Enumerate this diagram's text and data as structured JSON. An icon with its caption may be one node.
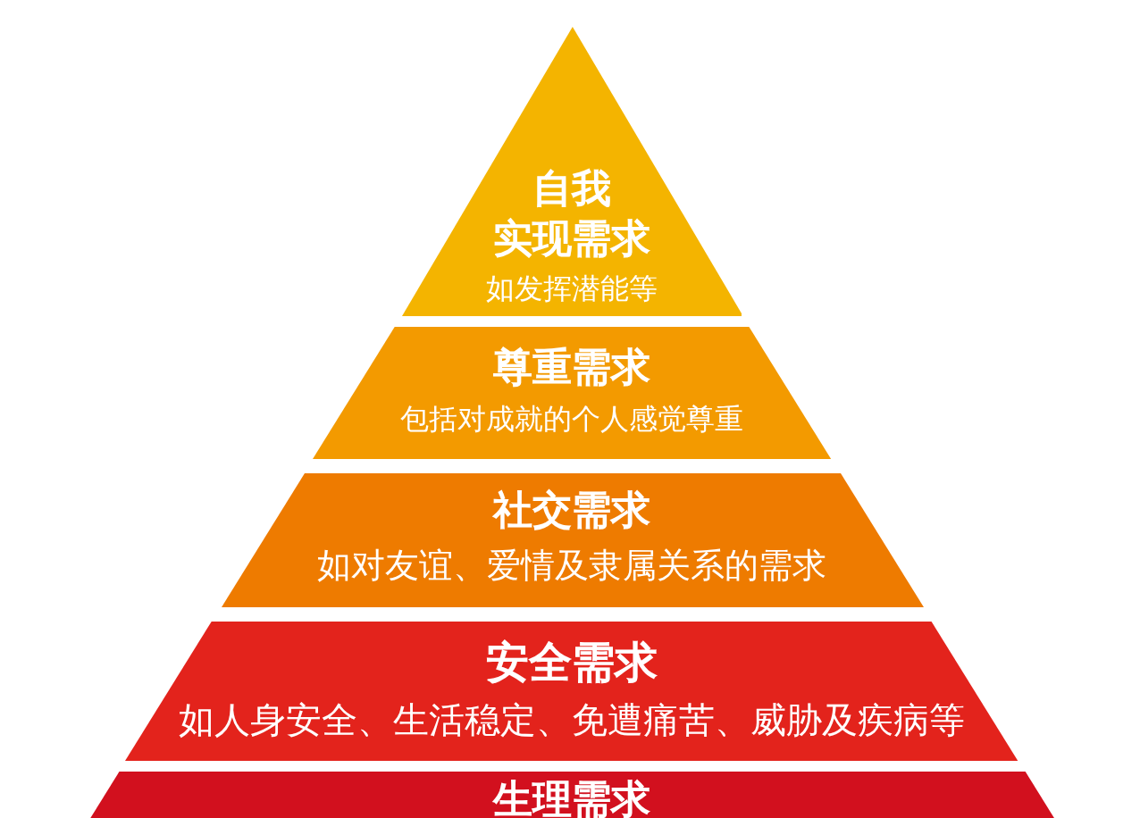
{
  "diagram": {
    "nodes": [
      {
        "text": [
          "自我实现需求",
          "如发挥潜能等"
        ]
      },
      {
        "text": [
          "尊重需求",
          "包括对成就的个人感觉尊重"
        ]
      },
      {
        "text": [
          "社交需求",
          "如对友谊、爱情及隶属关系的需求"
        ]
      },
      {
        "text": [
          "安全需求",
          "如人身安全、生活稳定、免遭痛苦、威胁及疾病等"
        ]
      },
      {
        "text": [
          "生理需求"
        ]
      }
    ]
  }
}
